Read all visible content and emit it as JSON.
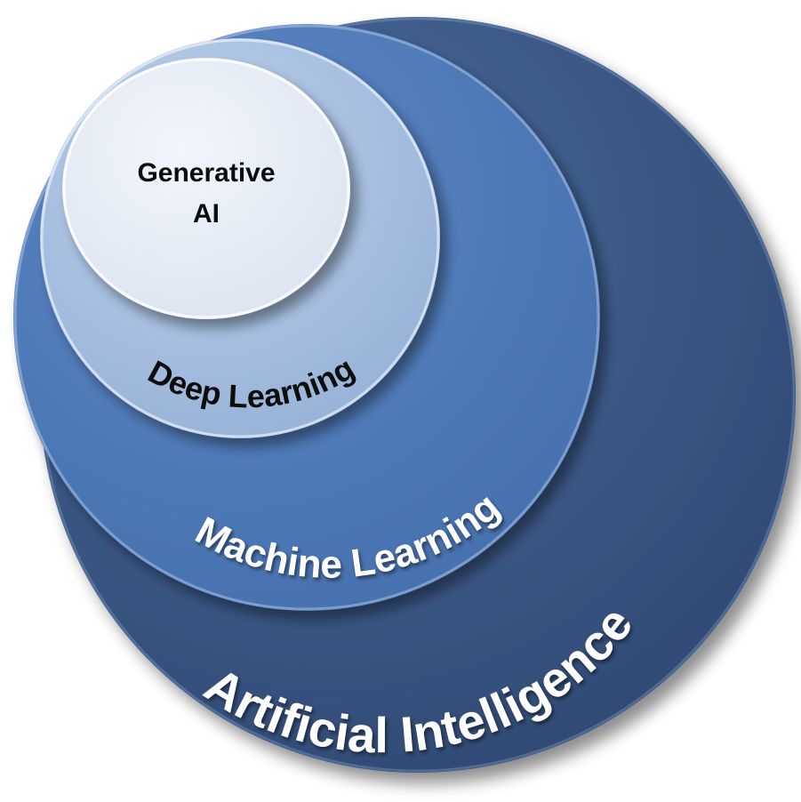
{
  "diagram": {
    "type": "nested-circles",
    "colors": {
      "ai": "#3b5683",
      "ml": "#4f79b8",
      "dl": "#a6bedf",
      "gen": "#e6edf7",
      "dark_text": "#0d0d0d",
      "light_text": "#ffffff"
    },
    "layers": [
      {
        "key": "ai",
        "label": "Artificial Intelligence"
      },
      {
        "key": "ml",
        "label": "Machine Learning"
      },
      {
        "key": "dl",
        "label": "Deep Learning"
      },
      {
        "key": "gen",
        "label_line1": "Generative",
        "label_line2": "AI"
      }
    ]
  }
}
